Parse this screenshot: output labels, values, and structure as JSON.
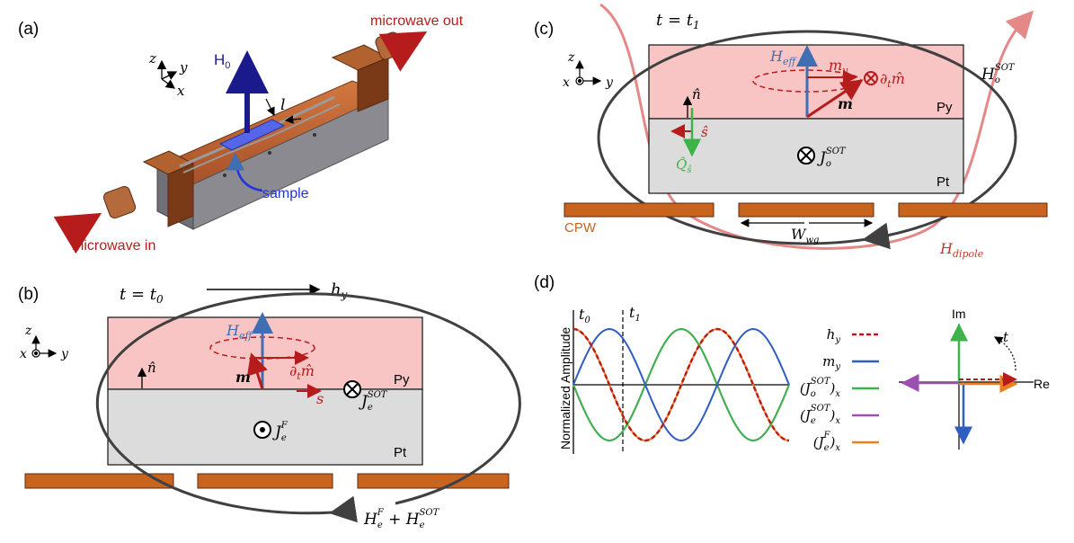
{
  "colors": {
    "py_fill": "#f8c4c4",
    "pt_fill": "#dcdcdc",
    "waveguide": "#c8641e",
    "dark_red": "#b71c1c",
    "blue": "#3f6fb2",
    "green": "#3cb449",
    "purple": "#9b4fb0",
    "orange": "#ef7d1a",
    "pink_ring": "#e48888",
    "ring": "#404040"
  },
  "panel_a": {
    "label": "(a)",
    "axis_z": "z",
    "axis_y": "y",
    "axis_x": "x",
    "field": "H",
    "field_sub": "0",
    "length": "l",
    "sample": "sample",
    "microwave_out": "microwave out",
    "microwave_in": "microwave in"
  },
  "panel_b": {
    "label": "(b)",
    "time": "t = t",
    "time_sub": "0",
    "h_field": "h",
    "h_sub": "y",
    "axis_z": "z",
    "axis_x": "x",
    "axis_y": "y",
    "h_eff": "H",
    "h_eff_sub": "eff",
    "n_hat": "n̂",
    "m": "m",
    "dtm": "∂",
    "dtm_sub": "t",
    "dtm_vec": "m̂",
    "s": "s",
    "py": "Py",
    "pt": "Pt",
    "je_f": "J",
    "je_f_sub": "e",
    "je_f_sup": "F",
    "je_sot": "J",
    "je_sot_sub": "e",
    "je_sot_sup": "SOT",
    "ring_label": "H",
    "ring_sub1": "e",
    "ring_sup1": "F",
    "ring_plus": " + H",
    "ring_sub2": "e",
    "ring_sup2": "SOT"
  },
  "panel_c": {
    "label": "(c)",
    "time": "t = t",
    "time_sub": "1",
    "axis_z": "z",
    "axis_x": "x",
    "axis_y": "y",
    "h_eff": "H",
    "h_eff_sub": "eff",
    "m_y": "m",
    "m_y_sub": "y",
    "dtm": "∂",
    "dtm_sub": "t",
    "dtm_vec": "m̂",
    "m": "m",
    "n_hat": "n̂",
    "s_hat": "ŝ",
    "q": "Q̂",
    "q_sub": "ŝ",
    "jo": "J",
    "jo_sub": "o",
    "jo_sup": "SOT",
    "py": "Py",
    "pt": "Pt",
    "ho": "H",
    "ho_sub": "o",
    "ho_sup": "SOT",
    "cpw": "CPW",
    "wwg": "W",
    "wwg_sub": "wg",
    "hdip": "H",
    "hdip_sub": "dipole"
  },
  "panel_d": {
    "label": "(d)",
    "ylabel": "Normalized Amplitude",
    "t0": "t",
    "t0_sub": "0",
    "t1": "t",
    "t1_sub": "1",
    "legend": [
      {
        "key": "hy",
        "text": "h",
        "sub": "y",
        "sup": "",
        "color": "#b71c1c",
        "dash": true
      },
      {
        "key": "my",
        "text": "m",
        "sub": "y",
        "sup": "",
        "color": "#2f5dc0",
        "dash": false
      },
      {
        "key": "jo",
        "text": "(J",
        "sub": "o",
        "sup": "SOT",
        "tail": ")",
        "tail_sub": "x",
        "color": "#3cb449",
        "dash": false
      },
      {
        "key": "je",
        "text": "(J",
        "sub": "e",
        "sup": "SOT",
        "tail": ")",
        "tail_sub": "x",
        "color": "#9b4fb0",
        "dash": false
      },
      {
        "key": "jf",
        "text": "(J",
        "sub": "e",
        "sup": "F",
        "tail": ")",
        "tail_sub": "x",
        "color": "#ef7d1a",
        "dash": false
      }
    ],
    "im": "Im",
    "re": "Re",
    "t_arrow": "t"
  },
  "chart_data": {
    "type": "line",
    "ylabel": "Normalized Amplitude",
    "x_markers": [
      "t0",
      "t1"
    ],
    "series": [
      {
        "name": "h_y",
        "phase_deg": 0,
        "color": "#b71c1c",
        "dashed": true
      },
      {
        "name": "m_y",
        "phase_deg": -90,
        "color": "#2f5dc0"
      },
      {
        "name": "(J_o^SOT)_x",
        "phase_deg": 90,
        "color": "#3cb449"
      },
      {
        "name": "(J_e^SOT)_x",
        "phase_deg": -90,
        "amp": -1,
        "color": "#9b4fb0"
      },
      {
        "name": "(J_e^F)_x",
        "phase_deg": 0,
        "color": "#ef7d1a"
      }
    ],
    "ylim": [
      -1,
      1
    ]
  }
}
